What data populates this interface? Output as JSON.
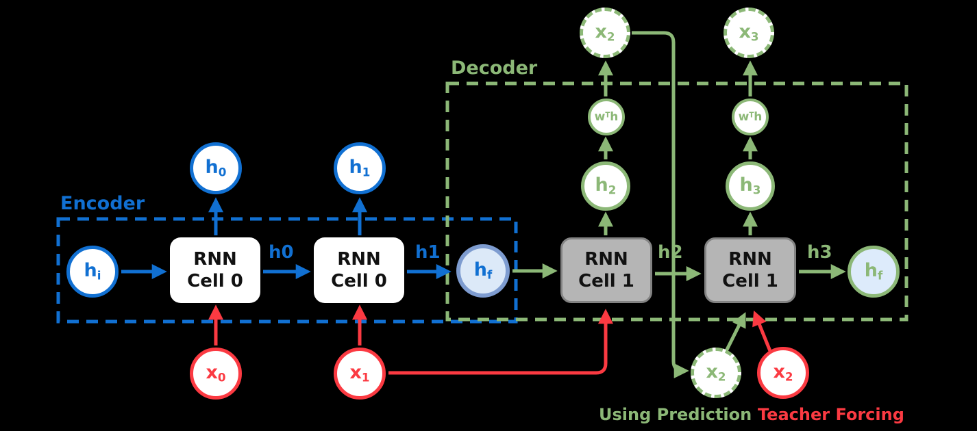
{
  "diagram": {
    "colors": {
      "encoder_blue": "#1170d2",
      "decoder_green": "#8cb877",
      "input_red": "#fb3a42",
      "cell_gray": "#b5b5b5",
      "hf_encoder_fill": "#dce9f8",
      "hf_encoder_border": "#7e9cd0",
      "hf_decoder_fill": "#ddebfb",
      "background": "#000000"
    },
    "encoder": {
      "title": "Encoder",
      "nodes": {
        "hi": {
          "main": "h",
          "sub": "i"
        },
        "h0_out": {
          "main": "h",
          "sub": "0"
        },
        "h1_out": {
          "main": "h",
          "sub": "1"
        },
        "x0": {
          "main": "x",
          "sub": "0"
        },
        "x1": {
          "main": "x",
          "sub": "1"
        },
        "hf": {
          "main": "h",
          "sub": "f"
        }
      },
      "cells": {
        "cell1": {
          "line1": "RNN",
          "line2": "Cell 0"
        },
        "cell2": {
          "line1": "RNN",
          "line2": "Cell 0"
        }
      },
      "edges": {
        "h0": {
          "main": "h",
          "sub": "0"
        },
        "h1": {
          "main": "h",
          "sub": "1"
        }
      }
    },
    "decoder": {
      "title": "Decoder",
      "nodes": {
        "x2_out": {
          "main": "x",
          "sub": "2"
        },
        "x3_out": {
          "main": "x",
          "sub": "3"
        },
        "wth1": {
          "w": "w",
          "sup": "T",
          "h": "h"
        },
        "wth2": {
          "w": "w",
          "sup": "T",
          "h": "h"
        },
        "h2": {
          "main": "h",
          "sub": "2"
        },
        "h3": {
          "main": "h",
          "sub": "3"
        },
        "hf": {
          "main": "h",
          "sub": "f"
        },
        "x2_pred": {
          "main": "x",
          "sub": "2"
        },
        "x2_teacher": {
          "main": "x",
          "sub": "2"
        }
      },
      "cells": {
        "cell1": {
          "line1": "RNN",
          "line2": "Cell 1"
        },
        "cell2": {
          "line1": "RNN",
          "line2": "Cell 1"
        }
      },
      "edges": {
        "h2": {
          "main": "h",
          "sub": "2"
        },
        "h3": {
          "main": "h",
          "sub": "3"
        }
      }
    },
    "legend": {
      "using_prediction": "Using Prediction",
      "teacher_forcing": "Teacher Forcing"
    }
  }
}
